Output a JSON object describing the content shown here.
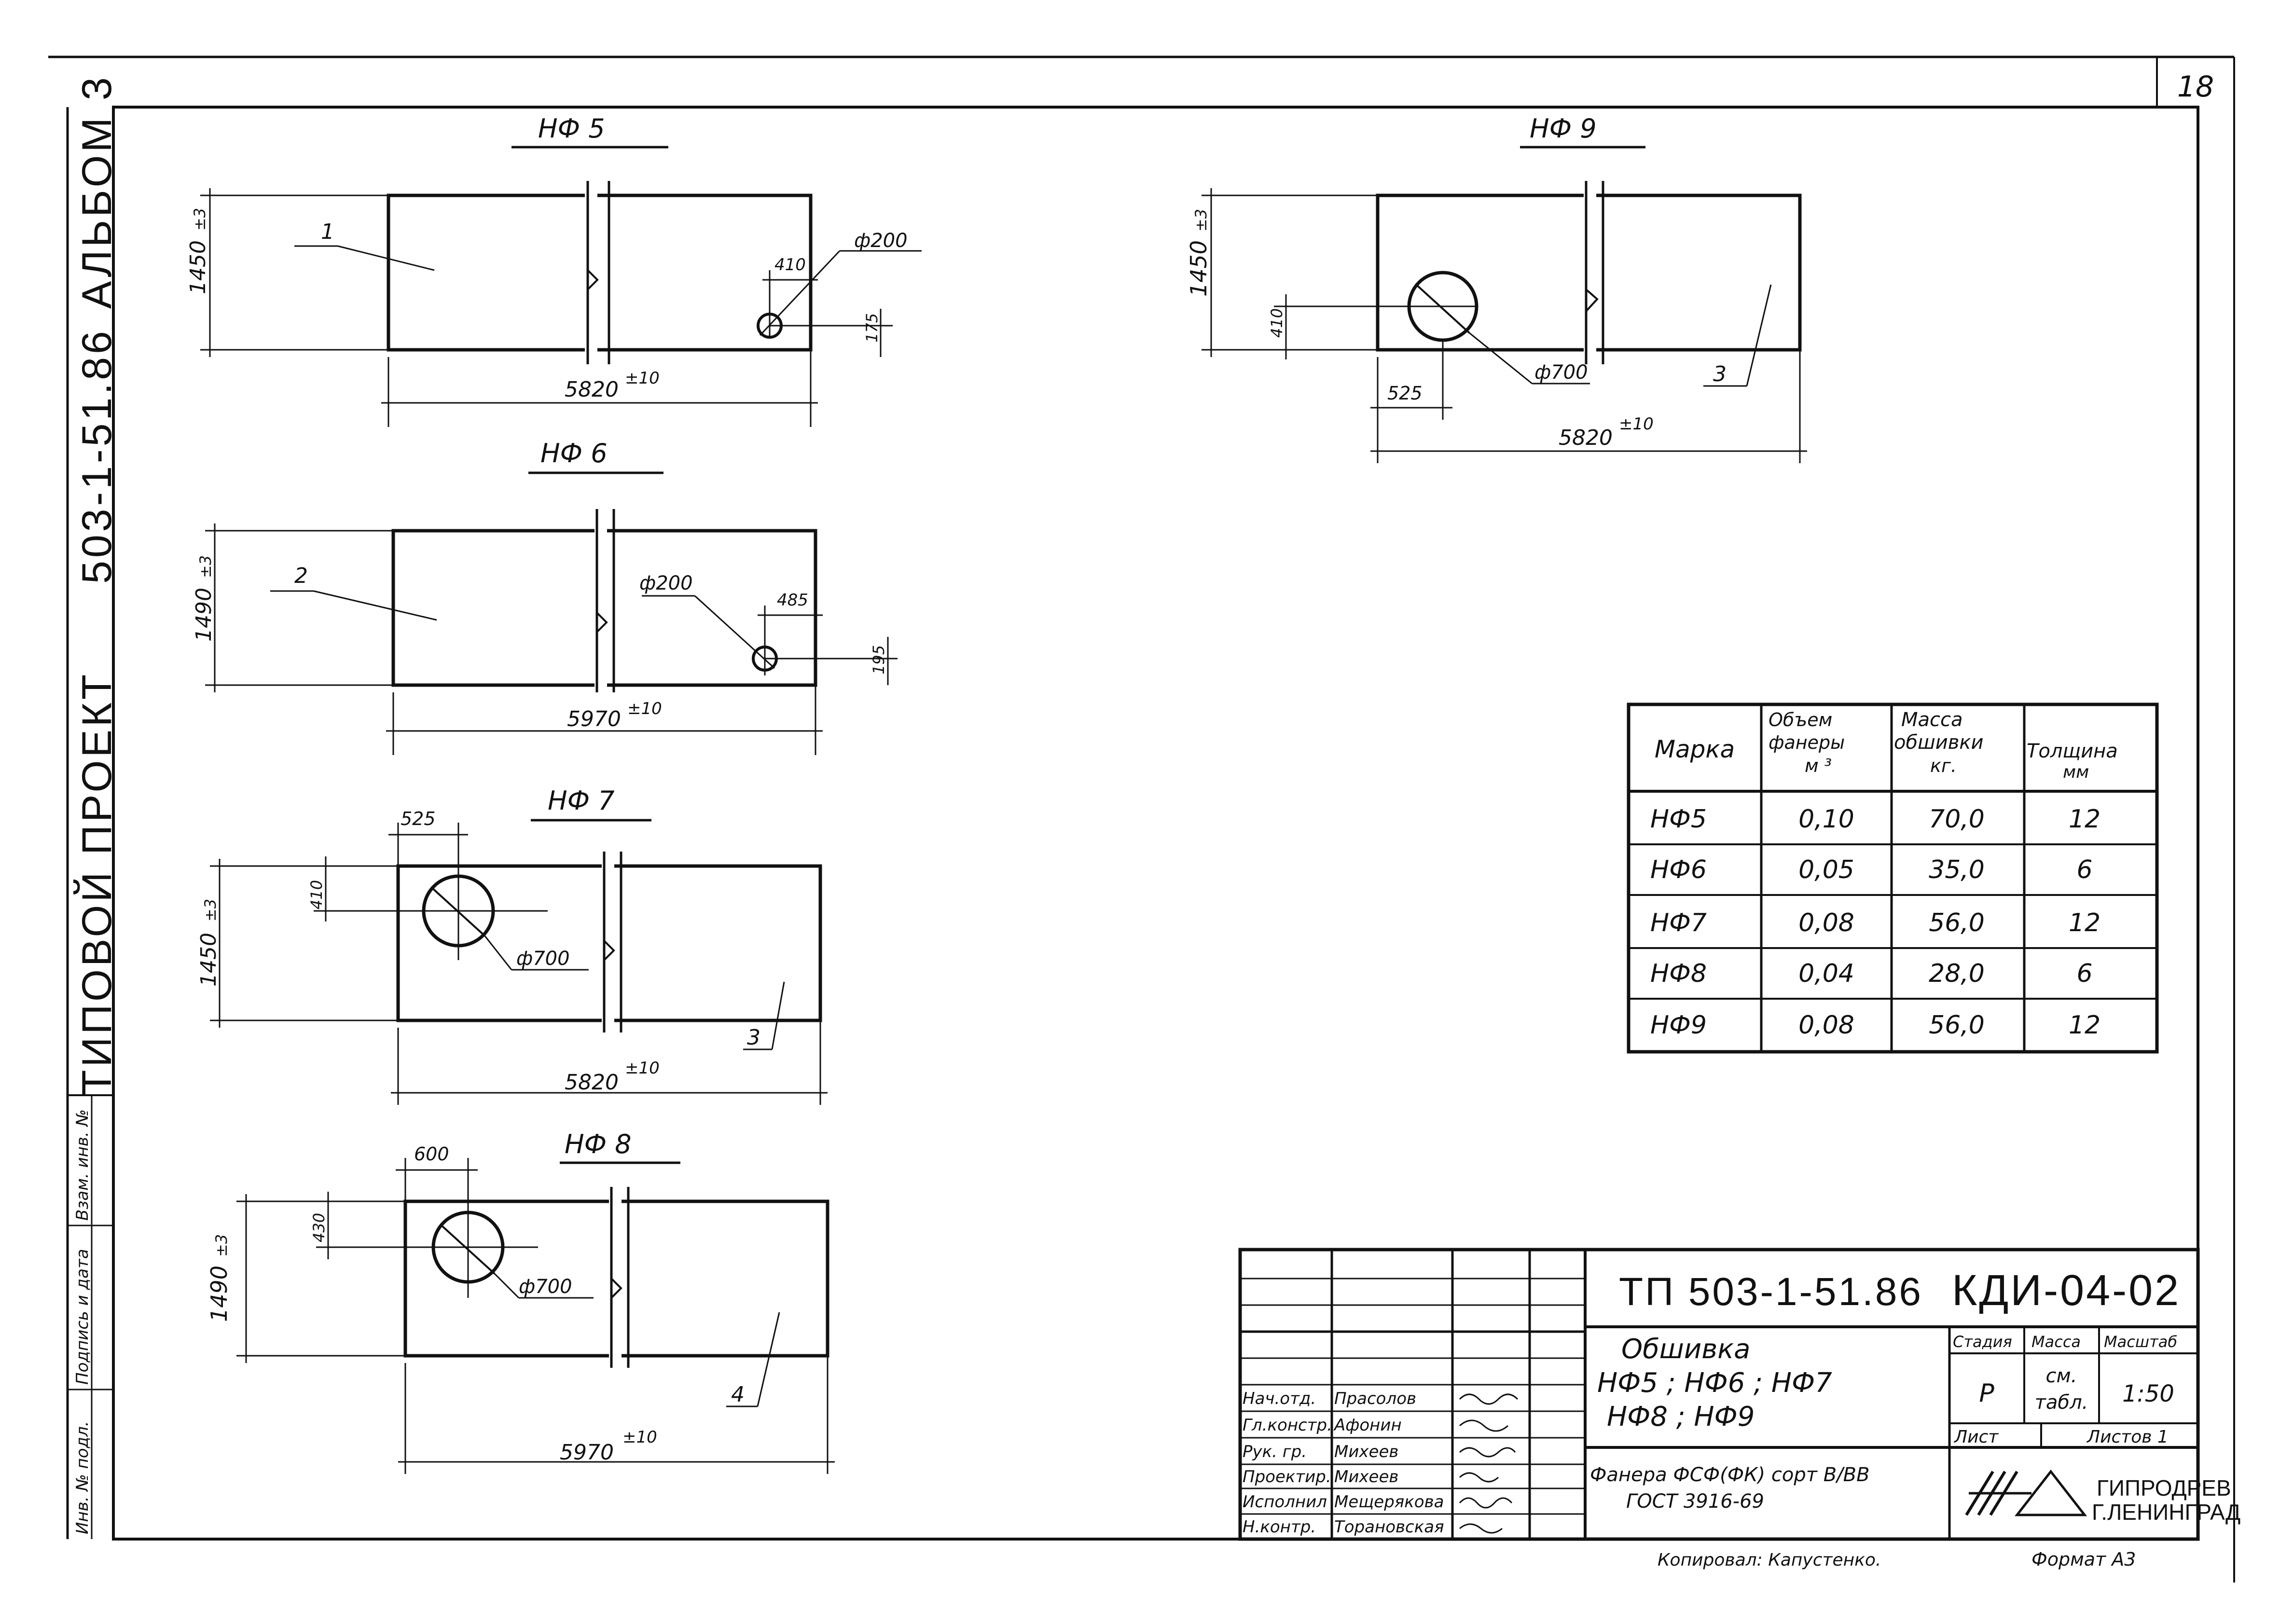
{
  "page_number": "18",
  "side_stamp": {
    "project": "ТИПОВОЙ ПРОЕКТ",
    "code": "503-1-51.86",
    "album": "АЛЬБОМ 3"
  },
  "side_columns": [
    "Инв. № подл.",
    "Подпись и дата",
    "Взам. инв. №"
  ],
  "drawings": {
    "nf5": {
      "title": "НФ 5",
      "height": "1450",
      "height_tol": "±3",
      "length": "5820",
      "length_tol": "±10",
      "hole_d": "ф200",
      "hole_x": "410",
      "hole_y": "175",
      "pos": "1"
    },
    "nf6": {
      "title": "НФ 6",
      "height": "1490",
      "height_tol": "±3",
      "length": "5970",
      "length_tol": "±10",
      "hole_d": "ф200",
      "hole_x": "485",
      "hole_y": "195",
      "pos": "2"
    },
    "nf7": {
      "title": "НФ 7",
      "height": "1450",
      "height_tol": "±3",
      "length": "5820",
      "length_tol": "±10",
      "hole_d": "ф700",
      "hole_x": "525",
      "hole_y": "410",
      "pos": "3"
    },
    "nf8": {
      "title": "НФ 8",
      "height": "1490",
      "height_tol": "±3",
      "length": "5970",
      "length_tol": "±10",
      "hole_d": "ф700",
      "hole_x": "600",
      "hole_y": "430",
      "pos": "4"
    },
    "nf9": {
      "title": "НФ 9",
      "height": "1450",
      "height_tol": "±3",
      "length": "5820",
      "length_tol": "±10",
      "hole_d": "ф700",
      "hole_x": "525",
      "hole_y": "410",
      "pos": "3"
    }
  },
  "spec_table": {
    "headers": [
      [
        "Марка"
      ],
      [
        "Объем",
        "фанеры",
        "м ³"
      ],
      [
        "Масса",
        "обшивки",
        "кг."
      ],
      [
        "Толщина",
        "мм"
      ]
    ],
    "rows": [
      [
        "НФ5",
        "0,10",
        "70,0",
        "12"
      ],
      [
        "НФ6",
        "0,05",
        "35,0",
        "6"
      ],
      [
        "НФ7",
        "0,08",
        "56,0",
        "12"
      ],
      [
        "НФ8",
        "0,04",
        "28,0",
        "6"
      ],
      [
        "НФ9",
        "0,08",
        "56,0",
        "12"
      ]
    ]
  },
  "title_block": {
    "code": "ТП 503-1-51.86",
    "doc": "КДИ-04-02",
    "name_1": "Обшивка",
    "name_2": "НФ5 ; НФ6 ; НФ7",
    "name_3": "НФ8 ; НФ9",
    "material_1": "Фанера ФСФ(ФК) сорт В/ВВ",
    "material_2": "ГОСТ 3916-69",
    "stage_label": "Стадия",
    "mass_label": "Масса",
    "scale_label": "Масштаб",
    "stage": "Р",
    "mass_1": "см.",
    "mass_2": "табл.",
    "scale": "1:50",
    "sheet_label": "Лист",
    "sheets_label": "Листов 1",
    "org_1": "ГИПРОДРЕВ",
    "org_2": "Г.ЛЕНИНГРАД",
    "staff": [
      [
        "Нач.отд.",
        "Прасолов"
      ],
      [
        "Гл.констр.",
        "Афонин"
      ],
      [
        "Рук. гр.",
        "Михеев"
      ],
      [
        "Проектир.",
        "Михеев"
      ],
      [
        "Исполнил",
        "Мещерякова"
      ],
      [
        "Н.контр.",
        "Торановская"
      ]
    ]
  },
  "footer": {
    "copied": "Копировал: Капустенко.",
    "format": "Формат А3"
  }
}
